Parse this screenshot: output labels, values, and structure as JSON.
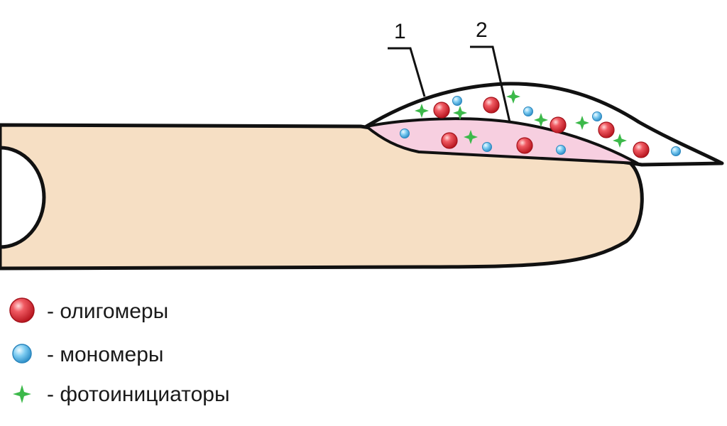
{
  "colors": {
    "finger": "#f6dfc4",
    "outline": "#111111",
    "nail_bed": "#f7cfe0",
    "gel_layer": "#ffffff",
    "oligomer": "#e0303a",
    "monomer": "#52b6ea",
    "photoinitiator": "#3cb94a"
  },
  "callouts": [
    {
      "label": "1"
    },
    {
      "label": "2"
    }
  ],
  "legend": [
    {
      "icon": "oligomer-icon",
      "label": "- олигомеры"
    },
    {
      "icon": "monomer-icon",
      "label": "- мономеры"
    },
    {
      "icon": "photoinitiator-icon",
      "label": "- фотоинициаторы"
    }
  ]
}
